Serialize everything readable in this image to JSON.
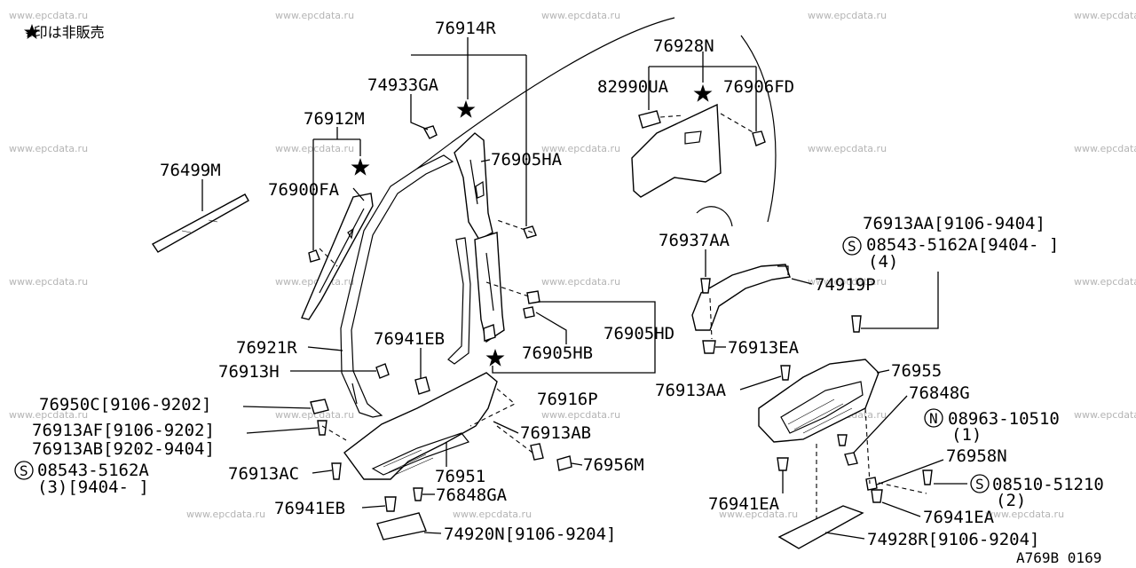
{
  "legend": {
    "note": "★印は非販売"
  },
  "watermark": "www.epcdata.ru",
  "footer_code": "A769B 0169",
  "labels": {
    "p76914R": "76914R",
    "p74933GA": "74933GA",
    "p76912M": "76912M",
    "p76499M": "76499M",
    "p76900FA": "76900FA",
    "p76905HA": "76905HA",
    "p76928N": "76928N",
    "p82990UA": "82990UA",
    "p76906FD": "76906FD",
    "p76913AA_a": "76913AA[9106-9404]",
    "p08543_a": "08543-5162A[9404-     ]",
    "p08543_a_qty": "(4)",
    "p76937AA": "76937AA",
    "p74919P": "74919P",
    "p76913EA": "76913EA",
    "p76905HD": "76905HD",
    "p76921R": "76921R",
    "p76941EB_top": "76941EB",
    "p76905HB": "76905HB",
    "p76913H": "76913H",
    "p76916P": "76916P",
    "p76955": "76955",
    "p76913AA_b": "76913AA",
    "p76848G": "76848G",
    "p76950C": "76950C[9106-9202]",
    "p08963": "08963-10510",
    "p08963_qty": "(1)",
    "p76913AF": "76913AF[9106-9202]",
    "p76913AB_a": "76913AB[9202-9404]",
    "p76913AB_b": "76913AB",
    "p08543_b": "08543-5162A",
    "p08543_b_qty": "(3)[9404-     ]",
    "p76951": "76951",
    "p76956M": "76956M",
    "p76958N": "76958N",
    "p76913AC": "76913AC",
    "p76848GA": "76848GA",
    "p08510": "08510-51210",
    "p08510_qty": "(2)",
    "p76941EA_a": "76941EA",
    "p76941EB_bot": "76941EB",
    "p76941EA_b": "76941EA",
    "p74920N": "74920N[9106-9204]",
    "p74928R": "74928R[9106-9204]"
  },
  "symbols": {
    "s_circle": "S",
    "n_circle": "N"
  }
}
